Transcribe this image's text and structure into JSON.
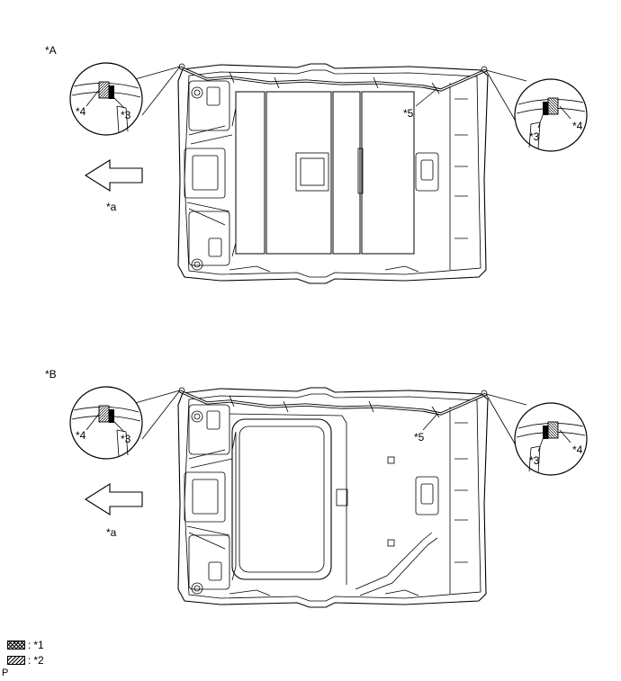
{
  "views": [
    {
      "id": "A",
      "label": "*A",
      "front_label": "*a",
      "callout_left": [
        "*4",
        "*3"
      ],
      "callout_right": [
        "*3",
        "*4"
      ],
      "clamp_label": "*5"
    },
    {
      "id": "B",
      "label": "*B",
      "front_label": "*a",
      "callout_left": [
        "*4",
        "*3"
      ],
      "callout_right": [
        "*3",
        "*4"
      ],
      "clamp_label": "*5"
    }
  ],
  "legend": [
    {
      "pattern": "cross-hatch",
      "separator": ":",
      "label": "*1"
    },
    {
      "pattern": "diagonal-hatch",
      "separator": ":",
      "label": "*2"
    }
  ],
  "page_code": "P"
}
